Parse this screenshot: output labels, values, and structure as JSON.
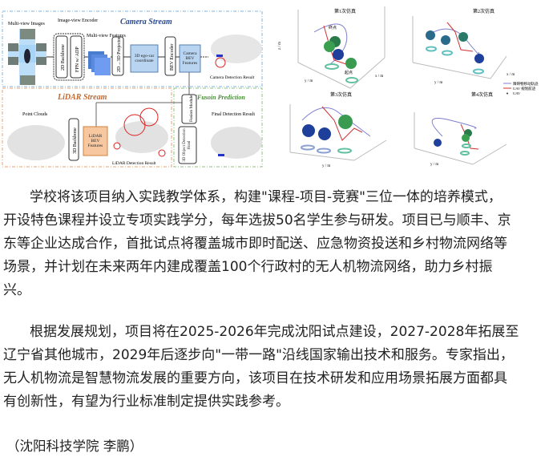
{
  "figure_left": {
    "camera_stream": "Camera Stream",
    "lidar_stream": "LiDAR Stream",
    "fusion_prediction": "BEVFusoin Prediction",
    "multi_view_images": "Multi-view Images",
    "image_view_encoder": "Image-view Encoder",
    "backbone_2d": "2D Backbone",
    "fpn": "FPN w/ ADP",
    "multi_view_features": "Multi-view Features",
    "projector": "2D→3D Projector",
    "ego_coord": "3D ego-car coordinate",
    "bev_encoder": "BEV Encoder",
    "camera_bev_features": "Camera BEV Features",
    "camera_detection_result": "Camera Detection Result",
    "point_clouds": "Point Clouds",
    "backbone_3d": "3D Backbone",
    "lidar_bev_features": "LiDAR BEV Features",
    "lidar_detection_result": "LiDAR Detection Result",
    "fusion_module": "Fusion Module",
    "detection_head": "3D Object Detection Head",
    "final_detection_result": "Final Detection Result"
  },
  "figure_right": {
    "subplot_titles": [
      "第1次仿真",
      "第2次仿真",
      "第3次仿真",
      "第4次仿真"
    ],
    "label_start": "起点",
    "label_end": "终点",
    "axis_x": "x / m",
    "axis_y": "y / m",
    "axis_z": "z / m",
    "legend": [
      "障碍物移动轨迹",
      "UAV 规划航迹",
      "UAV"
    ]
  },
  "article": {
    "paragraph1_lines": [
      "学校将该项目纳入实践教学体系，构建\"课程-项目-竞赛\"三位一体的培养模式，",
      "开设特色课程并设立专项实践学分，每年选拔50名学生参与研发。项目已与顺丰、京",
      "东等企业达成合作，首批试点将覆盖城市即时配送、应急物资投送和乡村物流网络等",
      "场景，并计划在未来两年内建成覆盖100个行政村的无人机物流网络，助力乡村振",
      "兴。"
    ],
    "paragraph2_lines": [
      "根据发展规划，项目将在2025-2026年完成沈阳试点建设，2027-2028年拓展至",
      "辽宁省其他城市，2029年后逐步向\"一带一路\"沿线国家输出技术和服务。专家指出，",
      "无人机物流是智慧物流发展的重要方向，该项目在技术研发和应用场景拓展方面都具",
      "有创新性，有望为行业标准制定提供实践参考。"
    ],
    "author": "（沈阳科技学院 李鹏）"
  }
}
